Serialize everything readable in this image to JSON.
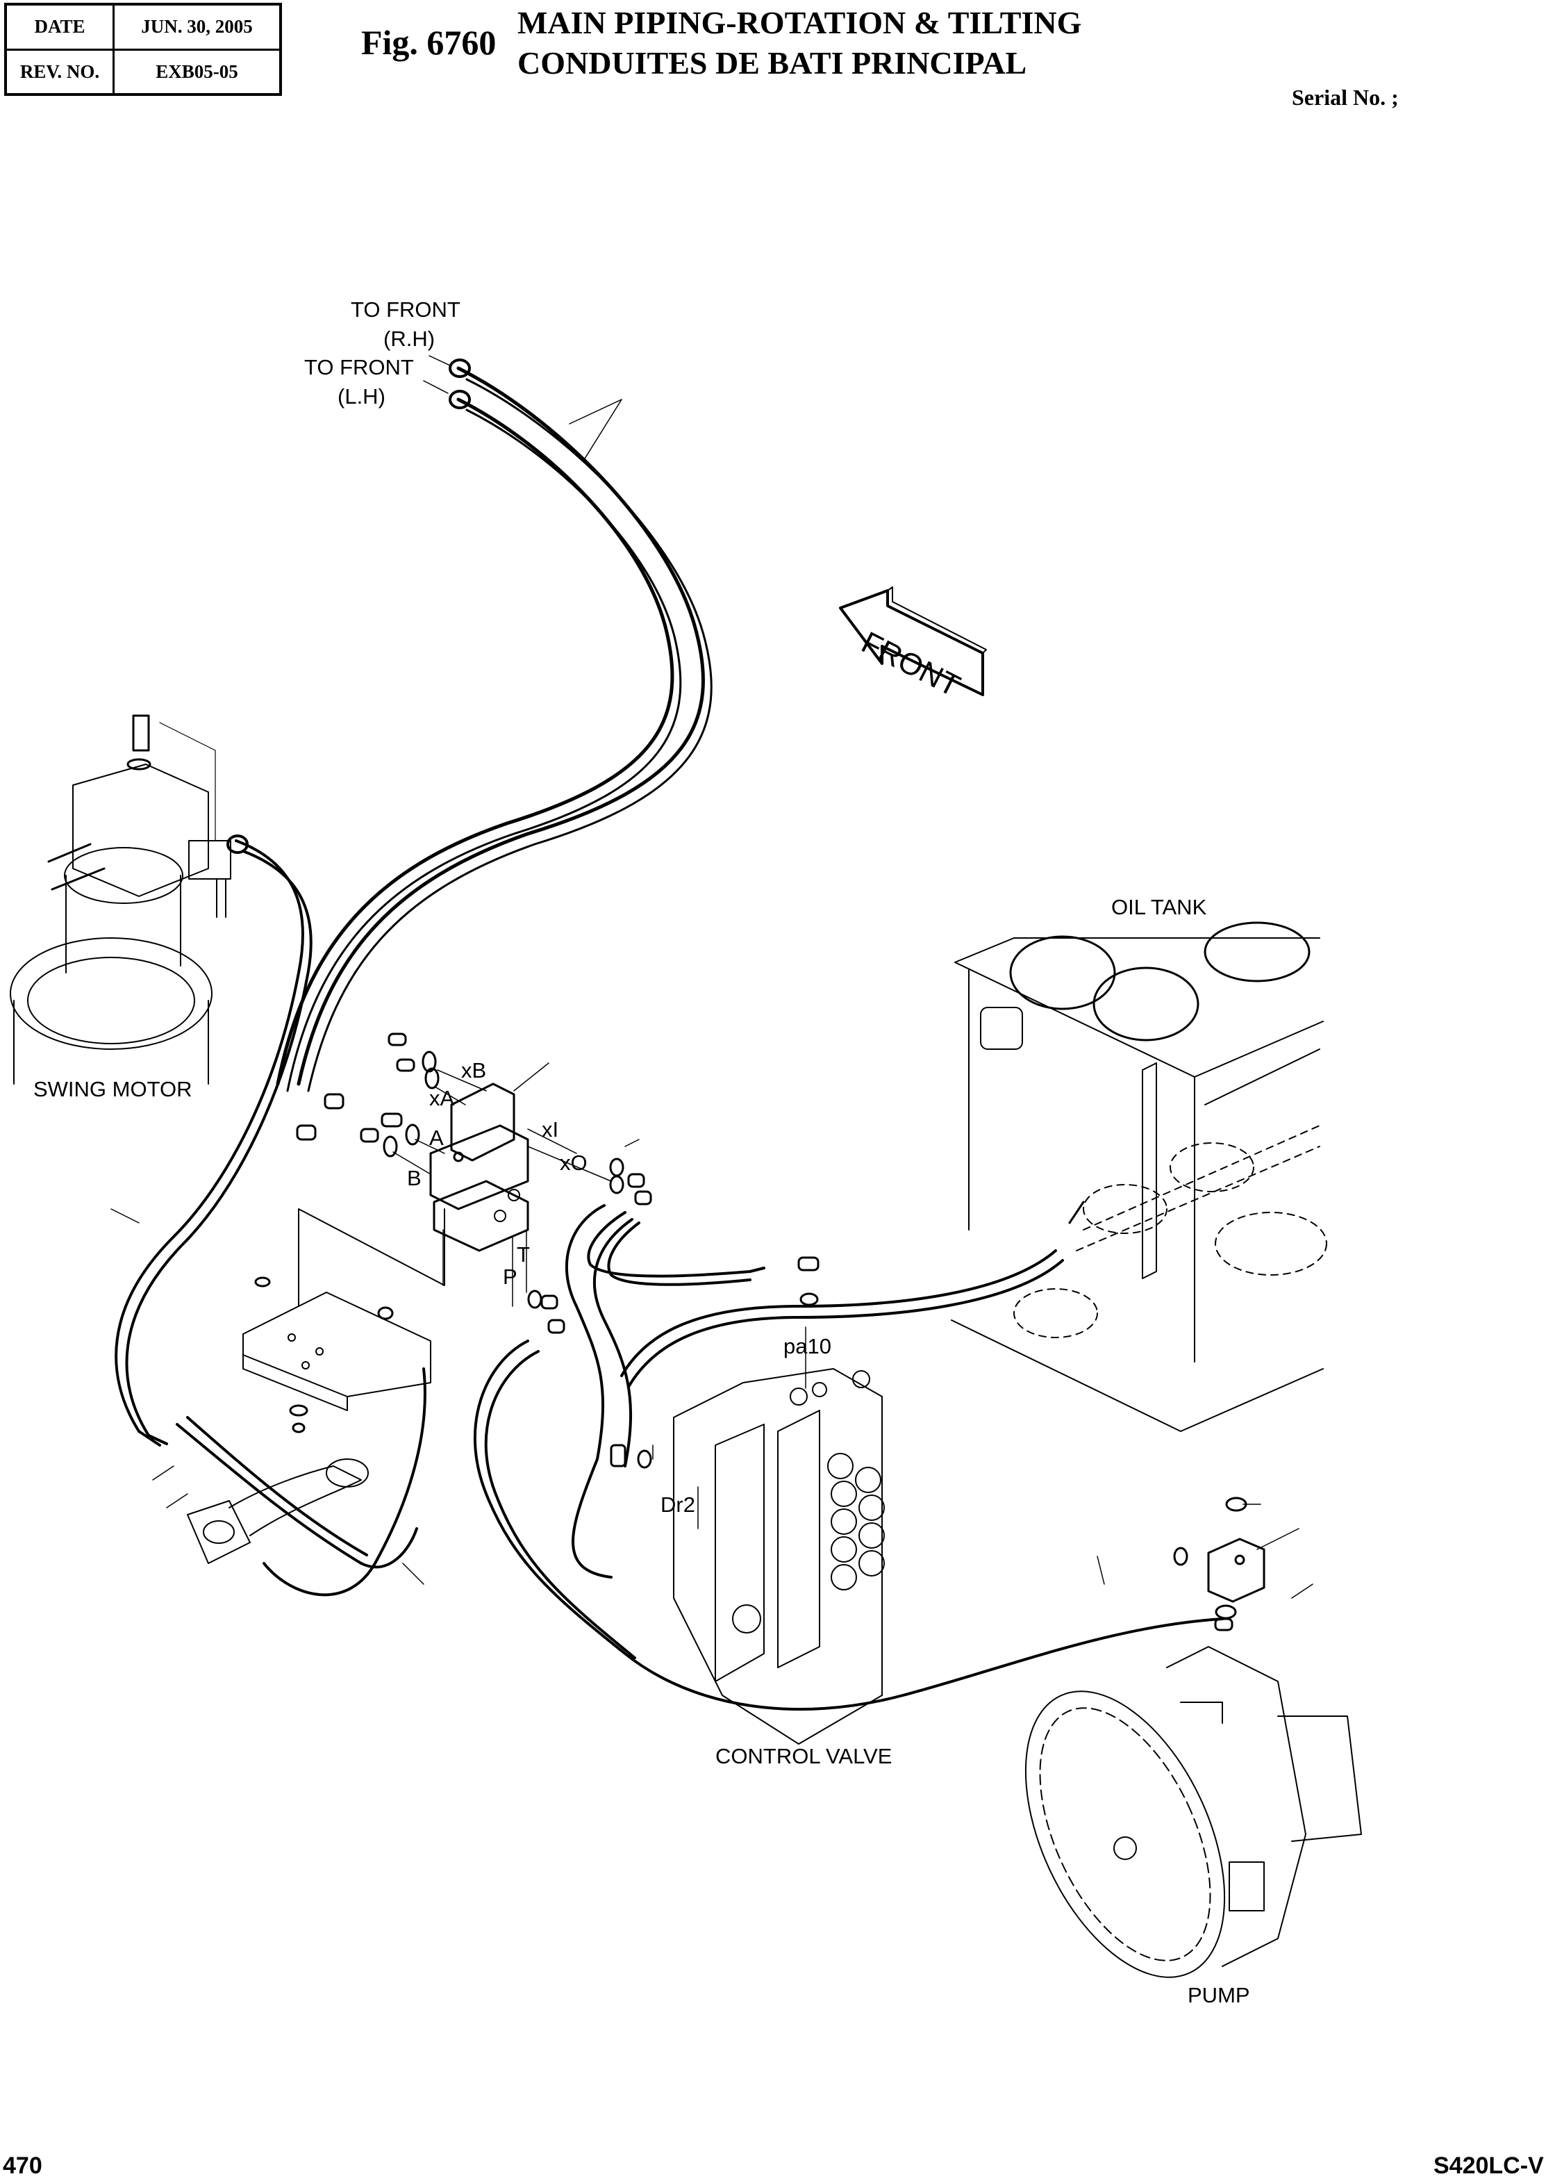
{
  "header": {
    "date_label": "DATE",
    "date_value": "JUN. 30, 2005",
    "rev_label": "REV. NO.",
    "rev_value": "EXB05-05",
    "fig_number": "Fig. 6760",
    "title_line1": "MAIN PIPING-ROTATION & TILTING",
    "title_line2": "CONDUITES DE BATI PRINCIPAL",
    "serial_label": "Serial No. ;"
  },
  "diagram": {
    "direction_arrow": "FRONT",
    "hose_labels": {
      "to_front_rh_line1": "TO FRONT",
      "to_front_rh_line2": "(R.H)",
      "to_front_lh_line1": "TO FRONT",
      "to_front_lh_line2": "(L.H)"
    },
    "components": {
      "swing_motor": "SWING MOTOR",
      "oil_tank": "OIL TANK",
      "control_valve": "CONTROL VALVE",
      "pump": "PUMP"
    },
    "port_labels": {
      "xB": "xB",
      "xA": "xA",
      "xI": "xI",
      "xO": "xO",
      "A": "A",
      "B": "B",
      "T": "T",
      "P": "P",
      "pa10": "pa10",
      "Dr2": "Dr2"
    }
  },
  "footer": {
    "page_number": "470",
    "model": "S420LC-V"
  }
}
